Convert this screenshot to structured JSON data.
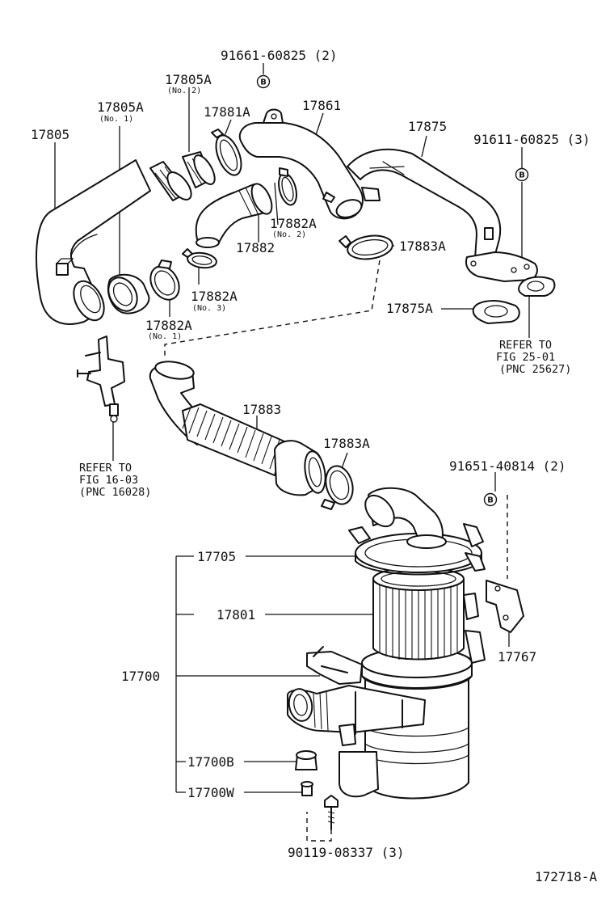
{
  "diagram": {
    "figure_id": "172718-A",
    "bolt_marker": "B",
    "labels": {
      "p91661": "91661-60825 (2)",
      "p17805A_no2": "17805A",
      "p17805A_no2_sub": "(No. 2)",
      "p17805A_no1": "17805A",
      "p17805A_no1_sub": "(No. 1)",
      "p17881A": "17881A",
      "p17861": "17861",
      "p17875": "17875",
      "p91611": "91611-60825 (3)",
      "p17805": "17805",
      "p17882A_no2": "17882A",
      "p17882A_no2_sub": "(No. 2)",
      "p17882": "17882",
      "p17883A_top": "17883A",
      "p17882A_no3": "17882A",
      "p17882A_no3_sub": "(No. 3)",
      "p17882A_no1": "17882A",
      "p17882A_no1_sub": "(No. 1)",
      "p17875A": "17875A",
      "ref25_l1": "REFER TO",
      "ref25_l2": "FIG 25-01",
      "ref25_l3": "(PNC 25627)",
      "ref16_l1": "REFER TO",
      "ref16_l2": "FIG 16-03",
      "ref16_l3": "(PNC 16028)",
      "p17883": "17883",
      "p17883A_mid": "17883A",
      "p91651": "91651-40814 (2)",
      "p17705": "17705",
      "p17801": "17801",
      "p17700": "17700",
      "p17767": "17767",
      "p17700B": "17700B",
      "p17700W": "17700W",
      "p90119": "90119-08337 (3)"
    }
  }
}
